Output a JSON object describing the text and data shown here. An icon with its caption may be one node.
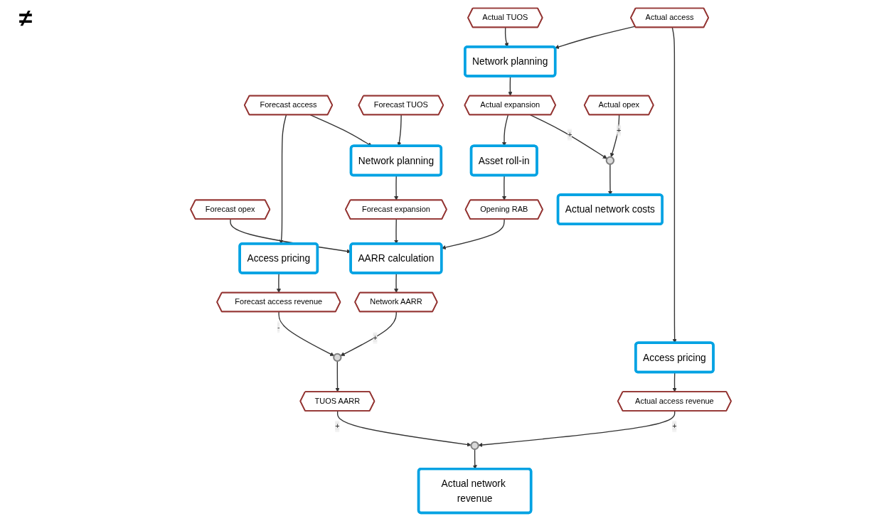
{
  "diagram": {
    "nodes": [
      {
        "text": [
          "Forecast access"
        ]
      },
      {
        "text": [
          "Forecast TUOS"
        ]
      },
      {
        "text": [
          "Forecast opex"
        ]
      },
      {
        "text": [
          "Opening RAB"
        ]
      },
      {
        "text": [
          "Actual network costs"
        ]
      },
      {
        "text": [
          "Actual network revenue"
        ]
      },
      {
        "text": [
          "Access pricing"
        ]
      },
      {
        "text": [
          "Network planning"
        ]
      },
      {
        "text": [
          "Asset roll-in"
        ]
      },
      {
        "text": [],
        "shape": "circle"
      },
      {
        "text": [],
        "shape": "circle"
      },
      {
        "text": [
          "Actual expansion"
        ]
      },
      {
        "text": [
          "Actual access revenue"
        ]
      },
      {
        "text": [
          "Forecast access revenue"
        ]
      },
      {
        "text": [
          "Forecast expansion"
        ]
      },
      {
        "text": [
          "AARR calculation"
        ]
      },
      {
        "text": [
          "Network planning"
        ]
      },
      {
        "text": [
          "Access pricing"
        ]
      },
      {
        "text": [],
        "shape": "circle"
      },
      {
        "text": [
          "Network AARR"
        ]
      },
      {
        "text": [
          "Actual opex"
        ]
      },
      {
        "text": [
          "Actual TUOS"
        ]
      },
      {
        "text": [
          "Actual access"
        ]
      },
      {
        "text": [
          "TUOS AARR"
        ]
      }
    ],
    "edges": [
      {
        "from": 0,
        "to": 6,
        "arrow": "to"
      },
      {
        "from": 0,
        "to": 7,
        "arrow": "to"
      },
      {
        "from": 1,
        "to": 7,
        "arrow": "to"
      },
      {
        "from": 2,
        "to": 15,
        "arrow": "to"
      },
      {
        "from": 3,
        "to": 15,
        "arrow": "to"
      },
      {
        "from": 6,
        "to": 13,
        "arrow": "to"
      },
      {
        "from": 7,
        "to": 14,
        "arrow": "to"
      },
      {
        "from": 14,
        "to": 15,
        "arrow": "to"
      },
      {
        "from": 15,
        "to": 19,
        "arrow": "to"
      },
      {
        "from": 13,
        "to": 18,
        "arrow": "to",
        "label": "-"
      },
      {
        "from": 19,
        "to": 18,
        "arrow": "to",
        "label": "+"
      },
      {
        "from": 18,
        "to": 23,
        "arrow": "to"
      },
      {
        "from": 23,
        "to": 10,
        "arrow": "to",
        "label": "+"
      },
      {
        "from": 8,
        "to": 3,
        "arrow": "to"
      },
      {
        "from": 11,
        "to": 8,
        "arrow": "to"
      },
      {
        "from": 11,
        "to": 9,
        "arrow": "to",
        "label": "+"
      },
      {
        "from": 20,
        "to": 9,
        "arrow": "to",
        "label": "+"
      },
      {
        "from": 9,
        "to": 4,
        "arrow": "to"
      },
      {
        "from": 10,
        "to": 5,
        "arrow": "to"
      },
      {
        "from": 12,
        "to": 10,
        "arrow": "to",
        "label": "+"
      },
      {
        "from": 16,
        "to": 11,
        "arrow": "to"
      },
      {
        "from": 17,
        "to": 12,
        "arrow": "to"
      },
      {
        "from": 21,
        "to": 16,
        "arrow": "to"
      },
      {
        "from": 22,
        "to": 16,
        "arrow": "to"
      },
      {
        "from": 22,
        "to": 17,
        "arrow": "to"
      }
    ],
    "labels": [
      "≠"
    ]
  }
}
